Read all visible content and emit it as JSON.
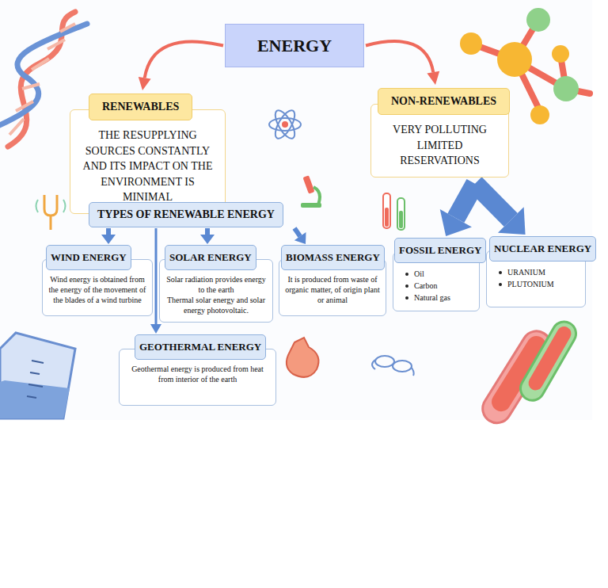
{
  "diagram": {
    "nodes": [
      {
        "text": [
          "ENERGY"
        ]
      },
      {
        "text": [
          "RENEWABLES",
          "THE RESUPPLYING SOURCES CONSTANTLY AND ITS IMPACT ON THE ENVIRONMENT IS MINIMAL"
        ]
      },
      {
        "text": [
          "NON-RENEWABLES",
          "VERY POLLUTING LIMITED RESERVATIONS"
        ]
      },
      {
        "text": [
          "TYPES OF RENEWABLE ENERGY"
        ]
      },
      {
        "text": [
          "WIND ENERGY",
          "Wind energy is obtained from the energy of the movement of the blades of a wind turbine"
        ]
      },
      {
        "text": [
          "SOLAR ENERGY",
          "Solar radiation provides energy to the earth",
          "Thermal solar energy and solar energy photovoltaic."
        ]
      },
      {
        "text": [
          "BIOMASS ENERGY",
          "It is produced from waste of organic matter, of origin plant or animal"
        ]
      },
      {
        "text": [
          "FOSSIL ENERGY",
          "Oil",
          "Carbon",
          "Natural gas"
        ]
      },
      {
        "text": [
          "NUCLEAR ENERGY",
          "URANIUM",
          "PLUTONIUM"
        ]
      },
      {
        "text": [
          "GEOTHERMAL ENERGY",
          "Geothermal energy is produced from heat from interior of the earth"
        ]
      }
    ],
    "edges": [
      {
        "from": 0,
        "to": 1,
        "arrow": "to"
      },
      {
        "from": 0,
        "to": 2,
        "arrow": "to"
      },
      {
        "from": 1,
        "to": 3,
        "arrow": "to"
      },
      {
        "from": 3,
        "to": 4,
        "arrow": "to"
      },
      {
        "from": 3,
        "to": 5,
        "arrow": "to"
      },
      {
        "from": 3,
        "to": 6,
        "arrow": "to"
      },
      {
        "from": 3,
        "to": 9,
        "arrow": "to"
      },
      {
        "from": 2,
        "to": 7,
        "arrow": "to"
      },
      {
        "from": 2,
        "to": 8,
        "arrow": "to"
      }
    ]
  }
}
